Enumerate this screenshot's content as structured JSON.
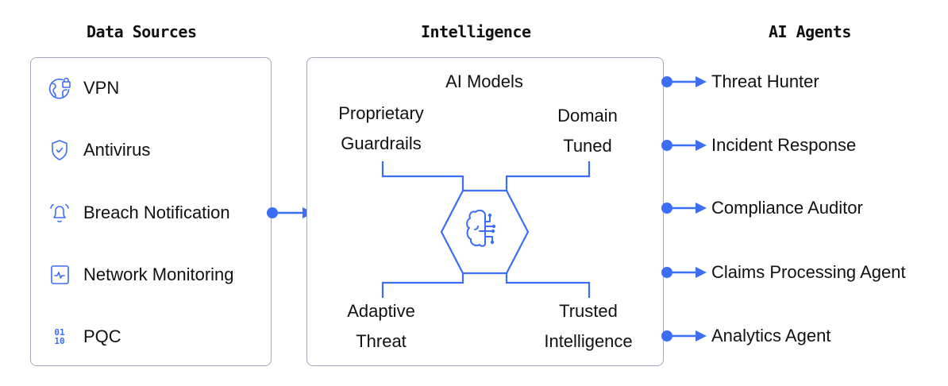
{
  "accent_color": "#3b6ef5",
  "columns": {
    "sources_title": "Data Sources",
    "intelligence_title": "Intelligence",
    "agents_title": "AI Agents"
  },
  "data_sources": [
    {
      "label": "VPN",
      "icon": "globe-lock-icon"
    },
    {
      "label": "Antivirus",
      "icon": "shield-check-icon"
    },
    {
      "label": "Breach Notification",
      "icon": "bell-ring-icon"
    },
    {
      "label": "Network Monitoring",
      "icon": "activity-monitor-icon"
    },
    {
      "label": "PQC",
      "icon": "binary-icon",
      "glyph_top": "01",
      "glyph_bottom": "10"
    }
  ],
  "intelligence": {
    "center_label": "AI Models",
    "center_icon": "brain-circuit-icon",
    "top_left": {
      "line1": "Proprietary",
      "line2": "Guardrails"
    },
    "top_right": {
      "line1": "Domain",
      "line2": "Tuned"
    },
    "bottom_left": {
      "line1": "Adaptive",
      "line2": "Threat"
    },
    "bottom_right": {
      "line1": "Trusted",
      "line2": "Intelligence"
    }
  },
  "agents": [
    {
      "label": "Threat Hunter"
    },
    {
      "label": "Incident Response"
    },
    {
      "label": "Compliance Auditor"
    },
    {
      "label": "Claims Processing Agent"
    },
    {
      "label": "Analytics Agent"
    }
  ]
}
